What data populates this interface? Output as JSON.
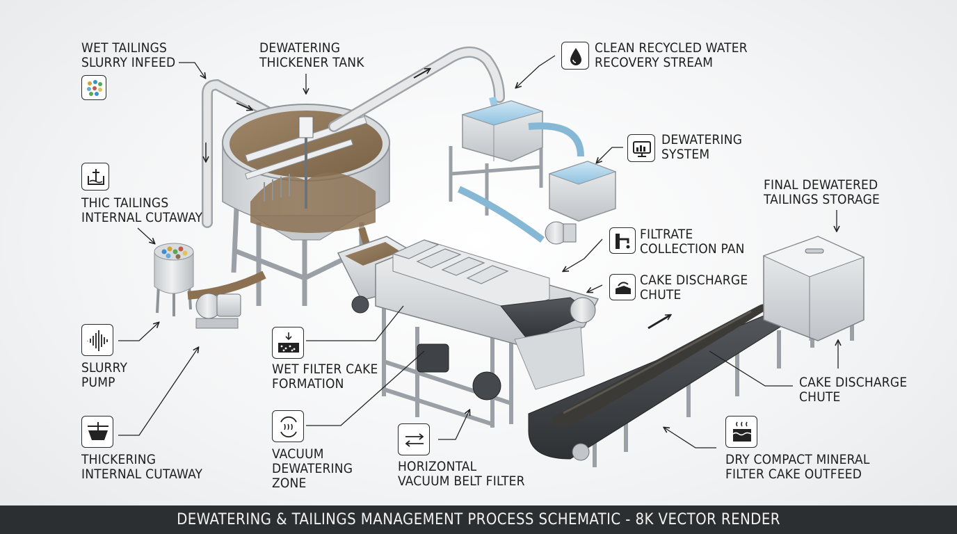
{
  "labels": {
    "wet_tailings": [
      "WET TAILINGS",
      "SLURRY INFEED"
    ],
    "thickener_tank": [
      "DEWATERING",
      "THICKENER TANK"
    ],
    "clean_water": [
      "CLEAN RECYCLED WATER",
      "RECOVERY STREAM"
    ],
    "dewatering_system": [
      "DEWATERING",
      "SYSTEM"
    ],
    "final_storage": [
      "FINAL DEWATERED",
      "TAILINGS STORAGE"
    ],
    "thic_cutaway": [
      "THIC TAILINGS",
      "INTERNAL CUTAWAY"
    ],
    "filtrate_pan": [
      "FILTRATE",
      "COLLECTION PAN"
    ],
    "cake_chute_top": [
      "CAKE DISCHARGE",
      "CHUTE"
    ],
    "slurry_pump": [
      "SLURRY",
      "PUMP"
    ],
    "wet_filter_cake": [
      "WET FILTER CAKE",
      "FORMATION"
    ],
    "cake_chute_right": [
      "CAKE DISCHARGE",
      "CHUTE"
    ],
    "thickering_cutaway": [
      "THICKERING",
      "INTERNAL CUTAWAY"
    ],
    "vacuum_zone": [
      "VACUUM",
      "DEWATERING",
      "ZONE"
    ],
    "belt_filter": [
      "HORIZONTAL",
      "VACUUM BELT FILTER"
    ],
    "dry_cake": [
      "DRY COMPACT MINERAL",
      "FILTER CAKE OUTFEED"
    ]
  },
  "icons": {
    "wet_tailings": "colored-particles-icon",
    "clean_water": "water-drop-icon",
    "dewatering_system": "monitor-chart-icon",
    "thic_cutaway": "tank-agitator-icon",
    "filtrate_pan": "pipe-faucet-icon",
    "cake_chute_top": "cake-chute-icon",
    "slurry_pump": "soundwave-icon",
    "wet_filter_cake": "filter-cake-icon",
    "thickering_cutaway": "thickener-icon",
    "vacuum_zone": "vacuum-swirl-icon",
    "belt_filter": "belt-arrows-icon",
    "dry_cake": "cake-icon"
  },
  "footer": "DEWATERING & TAILINGS MANAGEMENT PROCESS SCHEMATIC - 8K VECTOR RENDER",
  "colors": {
    "sludge": "#8a6f4e",
    "water": "#9ccbe6",
    "steel": "#d4d7da",
    "cake": "#3c3a36",
    "footer_bg": "#2c2f31"
  }
}
